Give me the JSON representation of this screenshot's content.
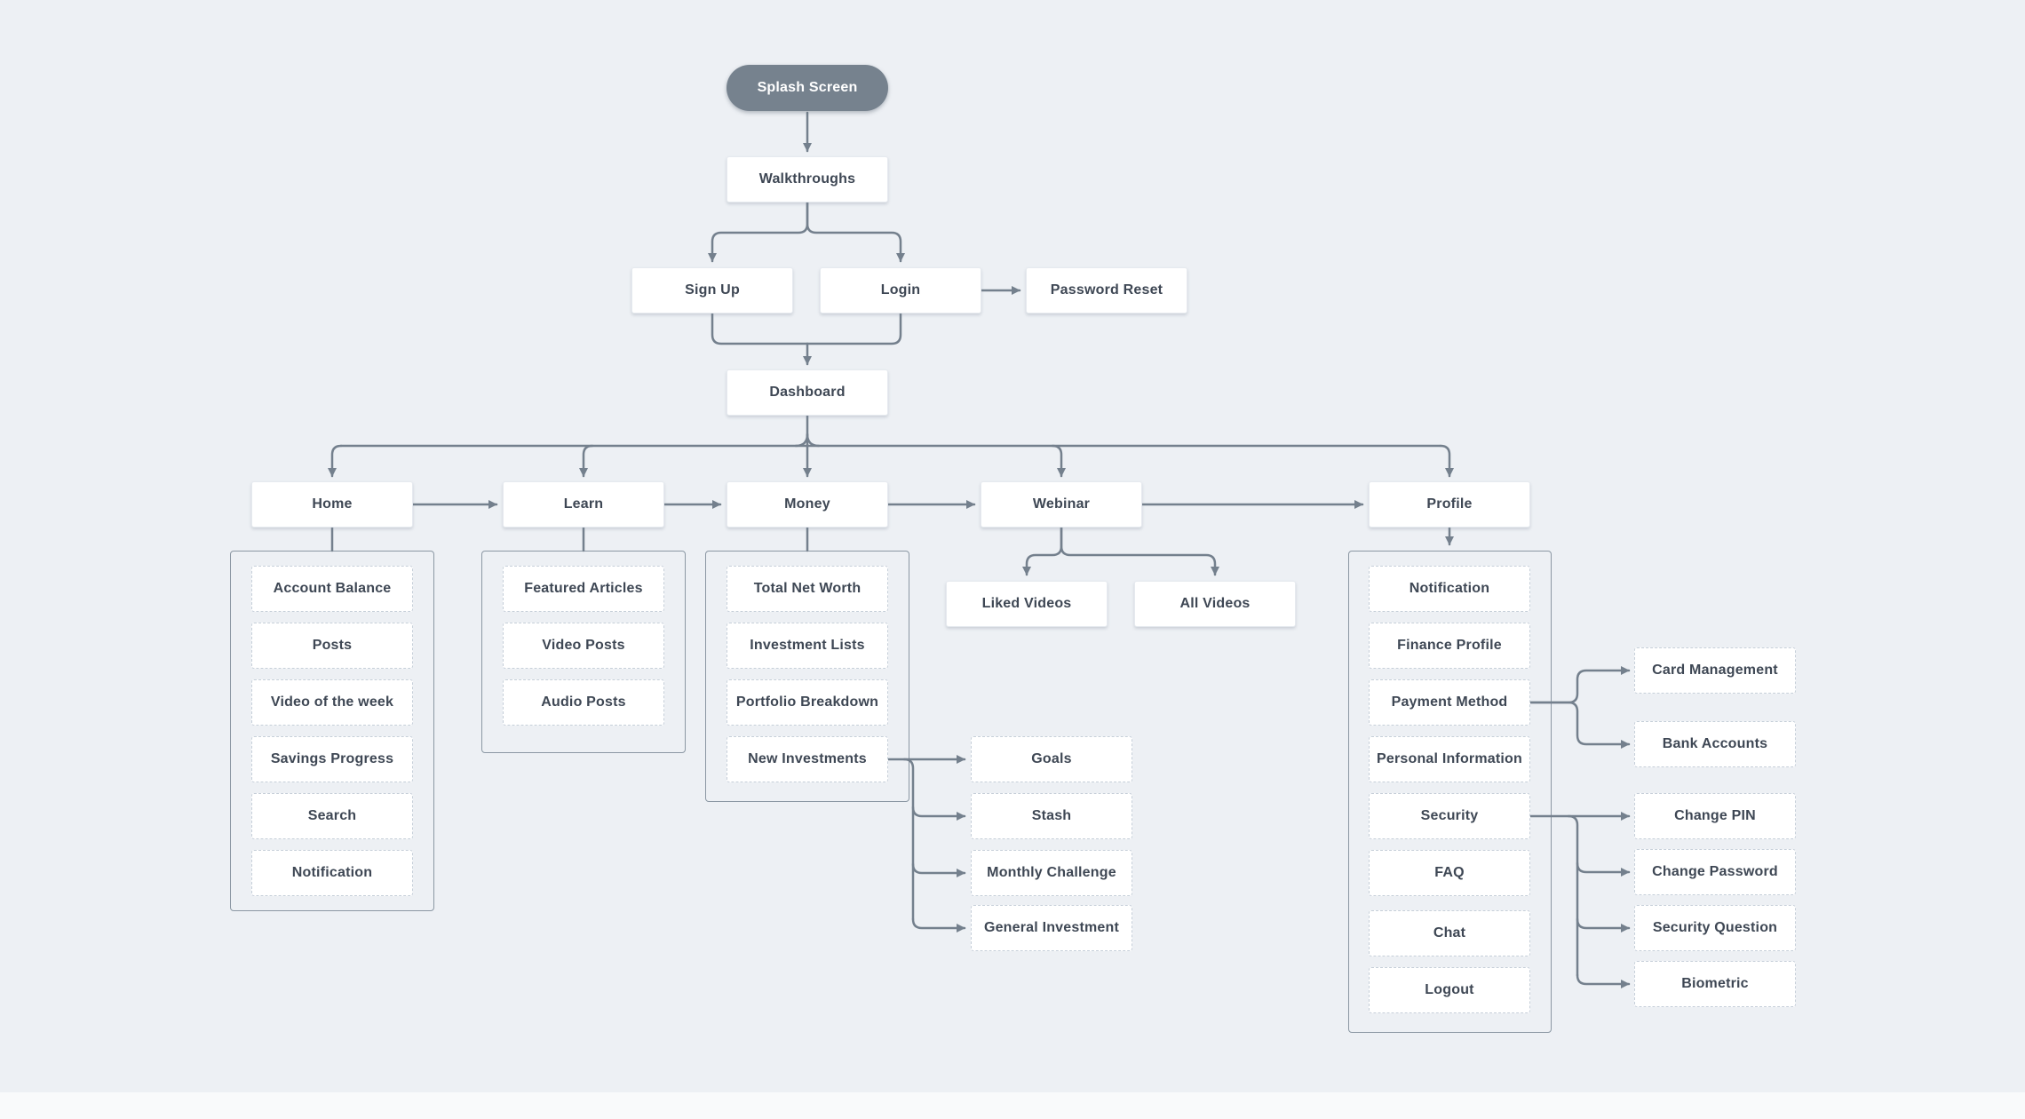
{
  "colors": {
    "background": "#edf0f4",
    "node_fill": "#ffffff",
    "splash_fill": "#76828e",
    "connector": "#74808d",
    "text": "#3e4754",
    "group_border": "#8b97a3",
    "dashed_border": "#c6cfd9"
  },
  "nodes": {
    "splash": "Splash Screen",
    "walkthroughs": "Walkthroughs",
    "sign_up": "Sign Up",
    "login": "Login",
    "password_reset": "Password Reset",
    "dashboard": "Dashboard",
    "home": "Home",
    "learn": "Learn",
    "money": "Money",
    "webinar": "Webinar",
    "profile": "Profile",
    "liked_videos": "Liked Videos",
    "all_videos": "All Videos"
  },
  "home_items": [
    "Account Balance",
    "Posts",
    "Video of the week",
    "Savings Progress",
    "Search",
    "Notification"
  ],
  "learn_items": [
    "Featured Articles",
    "Video Posts",
    "Audio Posts"
  ],
  "money_items": [
    "Total Net Worth",
    "Investment Lists",
    "Portfolio Breakdown",
    "New Investments"
  ],
  "new_investment_items": [
    "Goals",
    "Stash",
    "Monthly Challenge",
    "General Investment"
  ],
  "profile_items": [
    "Notification",
    "Finance Profile",
    "Payment Method",
    "Personal Information",
    "Security",
    "FAQ",
    "Chat",
    "Logout"
  ],
  "payment_method_items": [
    "Card Management",
    "Bank Accounts"
  ],
  "security_items": [
    "Change PIN",
    "Change Password",
    "Security Question",
    "Biometric"
  ]
}
